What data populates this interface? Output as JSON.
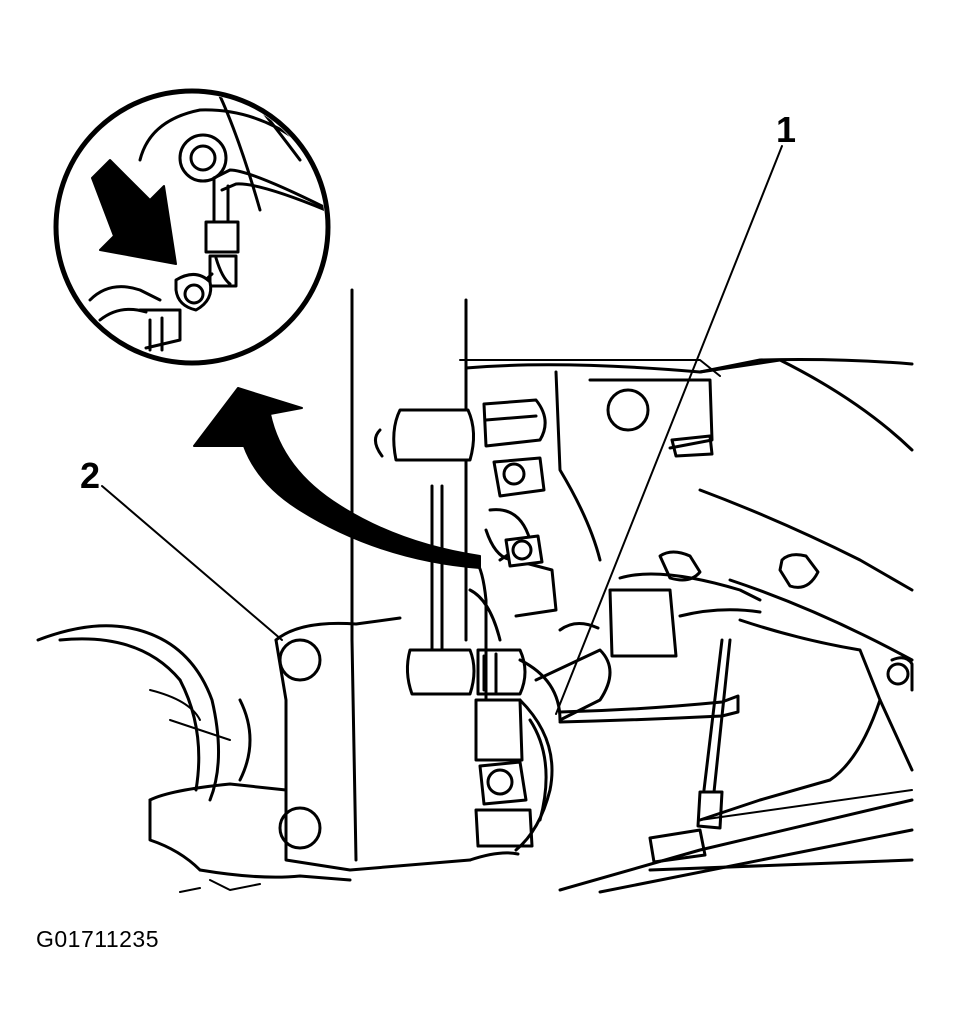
{
  "figure": {
    "id_label": "G01711235",
    "callouts": [
      {
        "number": "1"
      },
      {
        "number": "2"
      }
    ]
  },
  "icons": {
    "detail_arrow": "curved-arrow-icon",
    "pointer_arrow": "pointer-arrow-icon"
  },
  "colors": {
    "ink": "#000000",
    "paper": "#ffffff"
  }
}
